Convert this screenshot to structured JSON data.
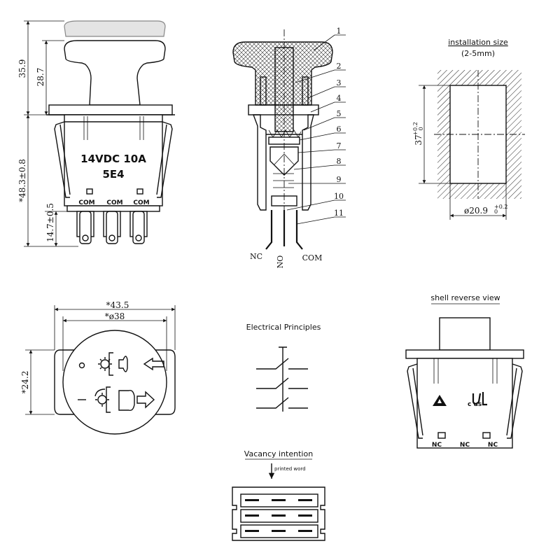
{
  "side_view": {
    "dim_total": "35.9",
    "dim_knob": "28.7",
    "dim_body": "*48.3±0.8",
    "dim_terminal": "14.7±0.5",
    "rating": "14VDC  10A",
    "code": "5E4",
    "terminals": [
      "COM",
      "COM",
      "COM"
    ]
  },
  "section_view": {
    "callouts": [
      "1",
      "2",
      "3",
      "4",
      "5",
      "6",
      "7",
      "8",
      "9",
      "10",
      "11"
    ],
    "pins": [
      "NC",
      "NO",
      "COM"
    ]
  },
  "installation": {
    "title": "installation size",
    "panel_range": "(2-5mm)",
    "height_dim": "37",
    "height_tol": "+0.2",
    "height_tol_low": "0",
    "diameter_dim": "ø20.9",
    "diameter_tol": "+0.2",
    "diameter_tol_low": "0"
  },
  "front_view": {
    "width_outer": "*43.5",
    "width_inner": "*ø38",
    "height": "*24.2"
  },
  "electrical": {
    "title": "Electrical Principles"
  },
  "reverse_view": {
    "title": "shell reverse view",
    "terminals": [
      "NC",
      "NC",
      "NC"
    ],
    "cert_mark": "c us"
  },
  "vacancy": {
    "title": "Vacancy intention",
    "note": "printed word"
  }
}
